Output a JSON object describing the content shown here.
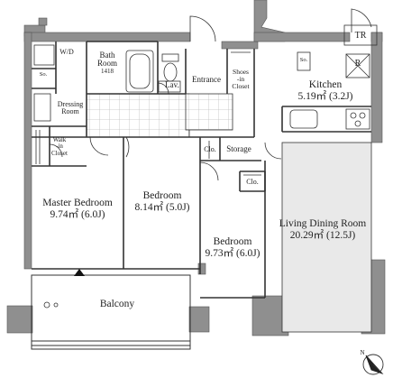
{
  "tr_label": "TR",
  "rooms": {
    "master_bedroom": {
      "name": "Master Bedroom",
      "area": "9.74㎡ (6.0J)"
    },
    "bedroom_center": {
      "name": "Bedroom",
      "area": "8.14㎡ (5.0J)"
    },
    "bedroom_right": {
      "name": "Bedroom",
      "area": "9.73㎡ (6.0J)"
    },
    "living": {
      "name": "Living Dining Room",
      "area": "20.29㎡ (12.5J)"
    },
    "kitchen": {
      "name": "Kitchen",
      "area": "5.19㎡ (3.2J)"
    },
    "bath": {
      "name_line1": "Bath",
      "name_line2": "Room",
      "size": "1418"
    },
    "balcony": {
      "name": "Balcony"
    }
  },
  "small_labels": {
    "wd": "W/D",
    "so_left": "So.",
    "dressing_line1": "Dressing",
    "dressing_line2": "Room",
    "walk_in_line1": "Walk",
    "walk_in_line2": "-in",
    "walk_in_line3": "Closet",
    "lav": "Lav.",
    "entrance": "Entrance",
    "shoes_line1": "Shoes",
    "shoes_line2": "-in",
    "shoes_line3": "Closet",
    "so_right": "So.",
    "refrigerator": "R",
    "clo_upper": "Clo.",
    "storage": "Storage",
    "clo_lower": "Clo."
  },
  "compass": {
    "label": "N"
  },
  "colors": {
    "wall": "#8f8f8f",
    "wall_outline": "#555555",
    "line": "#333333",
    "tile": "#bfbfbf",
    "living_floor": "#e9e9e9"
  }
}
